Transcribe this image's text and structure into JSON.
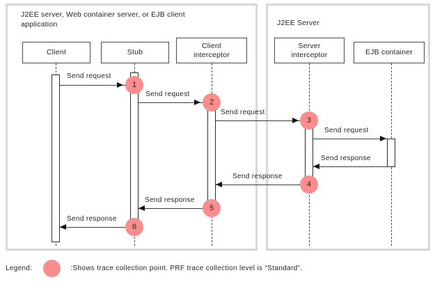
{
  "diagram": {
    "type": "uml-sequence-diagram",
    "accent_color": "#fa8d8d",
    "line_color": "#3a3a3a",
    "panel_border_color": "#d8d8d8"
  },
  "panels": [
    {
      "id": "left",
      "title": "J2EE server, Web container server, or EJB client\napplication"
    },
    {
      "id": "right",
      "title": "J2EE Server"
    }
  ],
  "actors": [
    {
      "id": "client",
      "label": "Client",
      "panel": "left"
    },
    {
      "id": "stub",
      "label": "Stub",
      "panel": "left"
    },
    {
      "id": "client-interceptor",
      "label": "Client\ninterceptor",
      "panel": "left"
    },
    {
      "id": "server-interceptor",
      "label": "Server\ninterceptor",
      "panel": "right"
    },
    {
      "id": "ejb-container",
      "label": "EJB container",
      "panel": "right"
    }
  ],
  "messages": [
    {
      "seq": 1,
      "label": "Send request",
      "from": "client",
      "to": "stub",
      "direction": "right"
    },
    {
      "seq": 2,
      "label": "Send request",
      "from": "stub",
      "to": "client-interceptor",
      "direction": "right"
    },
    {
      "seq": 3,
      "label": "Send request",
      "from": "client-interceptor",
      "to": "server-interceptor",
      "direction": "right"
    },
    {
      "seq": 4,
      "label": "Send request",
      "from": "server-interceptor",
      "to": "ejb-container",
      "direction": "right"
    },
    {
      "seq": 5,
      "label": "Send response",
      "from": "ejb-container",
      "to": "server-interceptor",
      "direction": "left"
    },
    {
      "seq": 6,
      "label": "Send response",
      "from": "server-interceptor",
      "to": "client-interceptor",
      "direction": "left"
    },
    {
      "seq": 7,
      "label": "Send response",
      "from": "client-interceptor",
      "to": "stub",
      "direction": "left"
    },
    {
      "seq": 8,
      "label": "Send response",
      "from": "stub",
      "to": "client",
      "direction": "left"
    }
  ],
  "trace_points": [
    {
      "number": "1",
      "actor": "stub"
    },
    {
      "number": "2",
      "actor": "client-interceptor"
    },
    {
      "number": "3",
      "actor": "server-interceptor"
    },
    {
      "number": "4",
      "actor": "server-interceptor"
    },
    {
      "number": "5",
      "actor": "client-interceptor"
    },
    {
      "number": "6",
      "actor": "stub"
    }
  ],
  "legend": {
    "label": "Legend:",
    "swatch_name": "trace-collection-point-circle",
    "text": ":Shows trace collection point. PRF trace collection level is “Standard”."
  }
}
